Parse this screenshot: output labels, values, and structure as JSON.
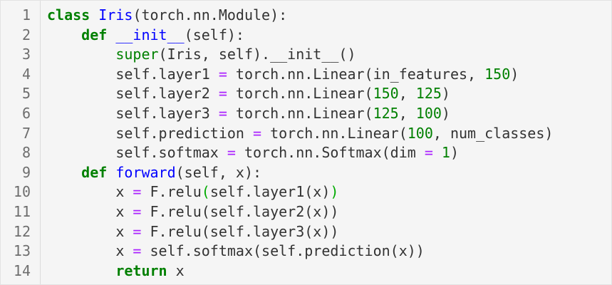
{
  "editor": {
    "language": "python",
    "colors": {
      "background": "#f5f5f5",
      "keyword": "#008000",
      "class_name": "#0000ff",
      "function_name": "#0000ff",
      "builtin": "#008000",
      "number": "#008000",
      "operator": "#aa22ff",
      "text": "#333333",
      "line_number": "#6e6e6e"
    },
    "lines": [
      {
        "number": "1",
        "tokens": [
          {
            "t": "class",
            "c": "kw"
          },
          {
            "t": " ",
            "c": "txt"
          },
          {
            "t": "Iris",
            "c": "nc"
          },
          {
            "t": "(torch.nn.Module):",
            "c": "txt"
          }
        ]
      },
      {
        "number": "2",
        "tokens": [
          {
            "t": "    ",
            "c": "txt"
          },
          {
            "t": "def",
            "c": "kw"
          },
          {
            "t": " ",
            "c": "txt"
          },
          {
            "t": "__init__",
            "c": "nf"
          },
          {
            "t": "(self):",
            "c": "txt"
          }
        ]
      },
      {
        "number": "3",
        "tokens": [
          {
            "t": "        ",
            "c": "txt"
          },
          {
            "t": "super",
            "c": "nb"
          },
          {
            "t": "(Iris, self).__init__()",
            "c": "txt"
          }
        ]
      },
      {
        "number": "4",
        "tokens": [
          {
            "t": "        self.layer1 ",
            "c": "txt"
          },
          {
            "t": "=",
            "c": "op"
          },
          {
            "t": " torch.nn.Linear(in_features, ",
            "c": "txt"
          },
          {
            "t": "150",
            "c": "num"
          },
          {
            "t": ")",
            "c": "txt"
          }
        ]
      },
      {
        "number": "5",
        "tokens": [
          {
            "t": "        self.layer2 ",
            "c": "txt"
          },
          {
            "t": "=",
            "c": "op"
          },
          {
            "t": " torch.nn.Linear(",
            "c": "txt"
          },
          {
            "t": "150",
            "c": "num"
          },
          {
            "t": ", ",
            "c": "txt"
          },
          {
            "t": "125",
            "c": "num"
          },
          {
            "t": ")",
            "c": "txt"
          }
        ]
      },
      {
        "number": "6",
        "tokens": [
          {
            "t": "        self.layer3 ",
            "c": "txt"
          },
          {
            "t": "=",
            "c": "op"
          },
          {
            "t": " torch.nn.Linear(",
            "c": "txt"
          },
          {
            "t": "125",
            "c": "num"
          },
          {
            "t": ", ",
            "c": "txt"
          },
          {
            "t": "100",
            "c": "num"
          },
          {
            "t": ")",
            "c": "txt"
          }
        ]
      },
      {
        "number": "7",
        "tokens": [
          {
            "t": "        self.prediction ",
            "c": "txt"
          },
          {
            "t": "=",
            "c": "op"
          },
          {
            "t": " torch.nn.Linear(",
            "c": "txt"
          },
          {
            "t": "100",
            "c": "num"
          },
          {
            "t": ", num_classes)",
            "c": "txt"
          }
        ]
      },
      {
        "number": "8",
        "tokens": [
          {
            "t": "        self.softmax ",
            "c": "txt"
          },
          {
            "t": "=",
            "c": "op"
          },
          {
            "t": " torch.nn.Softmax(dim ",
            "c": "txt"
          },
          {
            "t": "=",
            "c": "op"
          },
          {
            "t": " ",
            "c": "txt"
          },
          {
            "t": "1",
            "c": "num"
          },
          {
            "t": ")",
            "c": "txt"
          }
        ]
      },
      {
        "number": "9",
        "tokens": [
          {
            "t": "    ",
            "c": "txt"
          },
          {
            "t": "def",
            "c": "kw"
          },
          {
            "t": " ",
            "c": "txt"
          },
          {
            "t": "forward",
            "c": "nf"
          },
          {
            "t": "(self, x):",
            "c": "txt"
          }
        ]
      },
      {
        "number": "10",
        "tokens": [
          {
            "t": "        x ",
            "c": "txt"
          },
          {
            "t": "=",
            "c": "op"
          },
          {
            "t": " F.relu",
            "c": "txt"
          },
          {
            "t": "(",
            "c": "bm"
          },
          {
            "t": "self.layer1(x)",
            "c": "txt"
          },
          {
            "t": ")",
            "c": "bm"
          }
        ]
      },
      {
        "number": "11",
        "tokens": [
          {
            "t": "        x ",
            "c": "txt"
          },
          {
            "t": "=",
            "c": "op"
          },
          {
            "t": " F.relu(self.layer2(x))",
            "c": "txt"
          }
        ]
      },
      {
        "number": "12",
        "tokens": [
          {
            "t": "        x ",
            "c": "txt"
          },
          {
            "t": "=",
            "c": "op"
          },
          {
            "t": " F.relu(self.layer3(x))",
            "c": "txt"
          }
        ]
      },
      {
        "number": "13",
        "tokens": [
          {
            "t": "        x ",
            "c": "txt"
          },
          {
            "t": "=",
            "c": "op"
          },
          {
            "t": " self.softmax(self.prediction(x))",
            "c": "txt"
          }
        ]
      },
      {
        "number": "14",
        "tokens": [
          {
            "t": "        ",
            "c": "txt"
          },
          {
            "t": "return",
            "c": "kw"
          },
          {
            "t": " x",
            "c": "txt"
          }
        ]
      }
    ]
  }
}
